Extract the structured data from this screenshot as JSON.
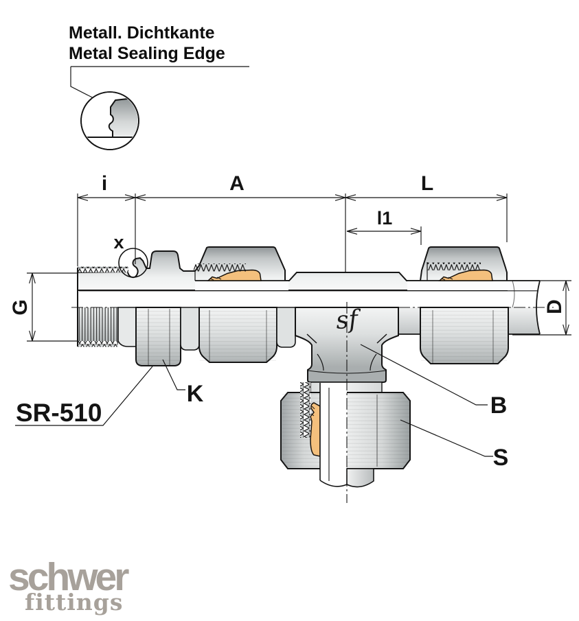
{
  "callout": {
    "line1": "Metall. Dichtkante",
    "line2": "Metal Sealing Edge"
  },
  "dimensions": {
    "i": "i",
    "A": "A",
    "L": "L",
    "l1": "l1",
    "G": "G",
    "D": "D",
    "x": "x"
  },
  "part_labels": {
    "series": "SR-510",
    "locknut": "K",
    "body": "B",
    "nut": "S"
  },
  "body_mark": "sf",
  "brand": {
    "word": "schwer",
    "sub": "fittings"
  },
  "colors": {
    "cutting_ring": "#f4c07d",
    "outline": "#141414",
    "metal_light": "#f2f3f3",
    "metal_dark": "#9aa0a2",
    "brand_gray": "#a7a19a"
  }
}
